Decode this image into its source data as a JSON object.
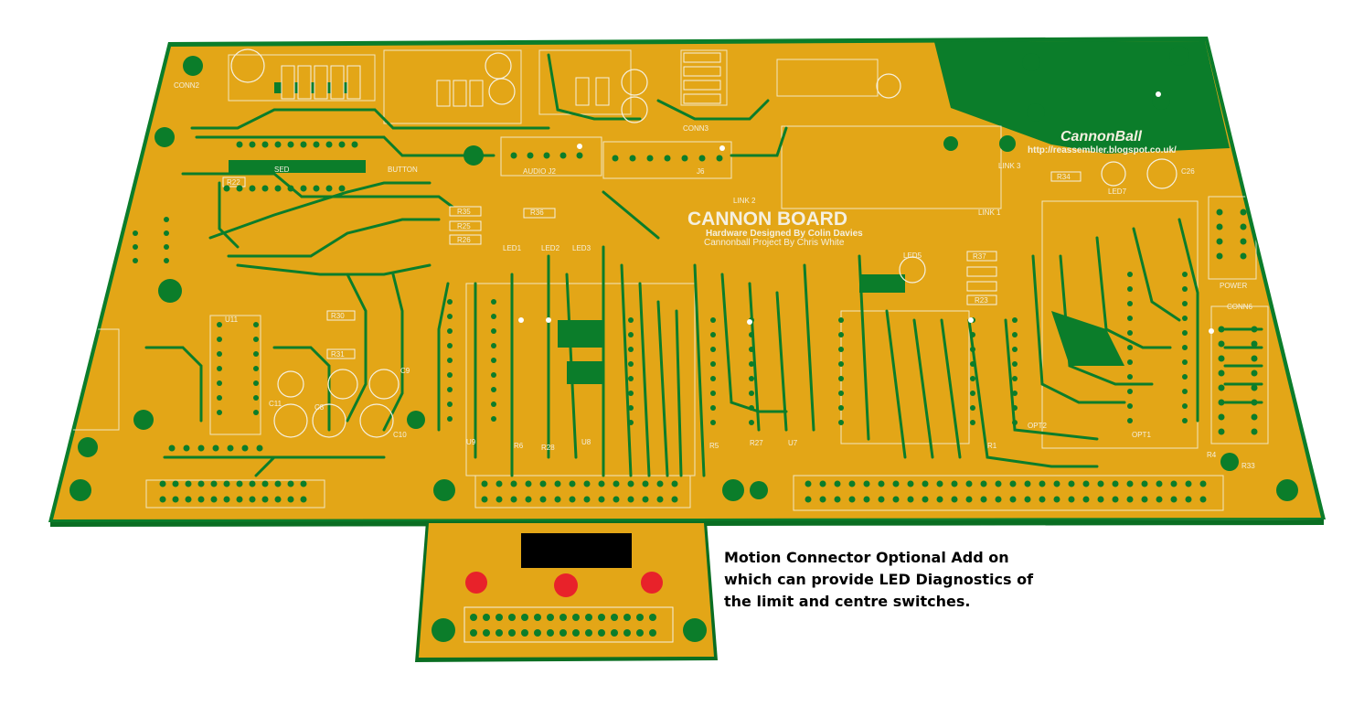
{
  "board": {
    "title": "CANNON BOARD",
    "credit_line_1": "Hardware Designed By Colin Davies",
    "credit_line_2": "Cannonball Project By Chris White",
    "logo_text": "CannonBall",
    "url": "http://reassembler.blogspot.co.uk/"
  },
  "labels": {
    "conn2": "CONN2",
    "conn3": "CONN3",
    "conn6": "CONN6",
    "power": "POWER",
    "audio_j2": "AUDIO J2",
    "j6": "J6",
    "link1": "LINK 1",
    "link2": "LINK 2",
    "link3": "LINK 3",
    "led1": "LED1",
    "led2": "LED2",
    "led3": "LED3",
    "led5": "LED5",
    "led7": "LED7",
    "r25": "R25",
    "r26": "R26",
    "r35": "R35",
    "r36": "R36",
    "r37": "R37",
    "r34": "R34",
    "r23": "R23",
    "r22": "R22",
    "r33": "R33",
    "r27": "R27",
    "r28": "R28",
    "r30": "R30",
    "r31": "R31",
    "r1": "R1",
    "r4": "R4",
    "r5": "R5",
    "r6": "R6",
    "u7": "U7",
    "u8": "U8",
    "u9": "U9",
    "u11": "U11",
    "c8": "C8",
    "c9": "C9",
    "c10": "C10",
    "c11": "C11",
    "c26": "C26",
    "opt1": "OPT1",
    "opt2": "OPT2",
    "button": "BUTTON",
    "sed": "SED"
  },
  "addon": {
    "caption_line_1": "Motion Connector Optional Add on",
    "caption_line_2": "which can provide LED Diagnostics of",
    "caption_line_3": "the limit and centre switches."
  },
  "colors": {
    "copper": "#e3a617",
    "mask_green": "#0b7d2a",
    "edge_green": "#0a6e22",
    "silk": "#f5f0e0",
    "led_red": "#e8222a",
    "display_black": "#000000",
    "caption_text": "#000000"
  }
}
